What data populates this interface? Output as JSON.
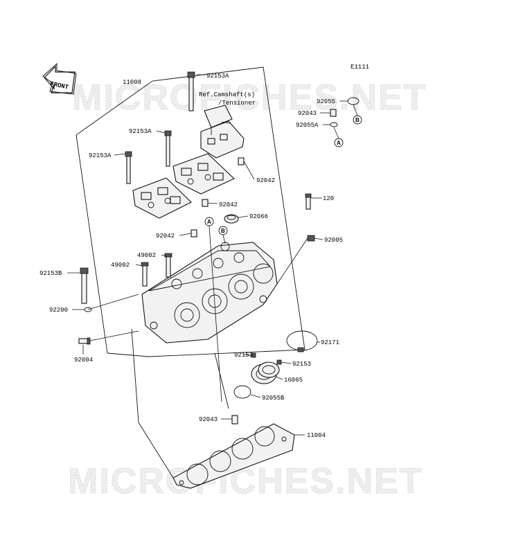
{
  "diagram_code": "E1111",
  "front_marker": "FRONT",
  "watermark_text": "MICROFICHES.NET",
  "reference_note": {
    "line1": "Ref.Camshaft(s)",
    "line2": "/Tensioner"
  },
  "callout_markers": {
    "a": "A",
    "b": "B"
  },
  "labels": {
    "p11008": "11008",
    "p92153a_top": "92153A",
    "p92153a_mid": "92153A",
    "p92153a_left": "92153A",
    "p92042_a": "92042",
    "p92042_b": "92042",
    "p92042_c": "92042",
    "p92055": "92055",
    "p92043_top": "92043",
    "p92055a": "92055A",
    "p120": "120",
    "p92066": "92066",
    "p92005": "92005",
    "p49002_a": "49002",
    "p49002_b": "49002",
    "p92153b": "92153B",
    "p92200": "92200",
    "p92004": "92004",
    "p92171": "92171",
    "p92153_left": "92153",
    "p92153_right": "92153",
    "p16065": "16065",
    "p92055b": "92055B",
    "p92043_bottom": "92043",
    "p11004": "11004"
  }
}
